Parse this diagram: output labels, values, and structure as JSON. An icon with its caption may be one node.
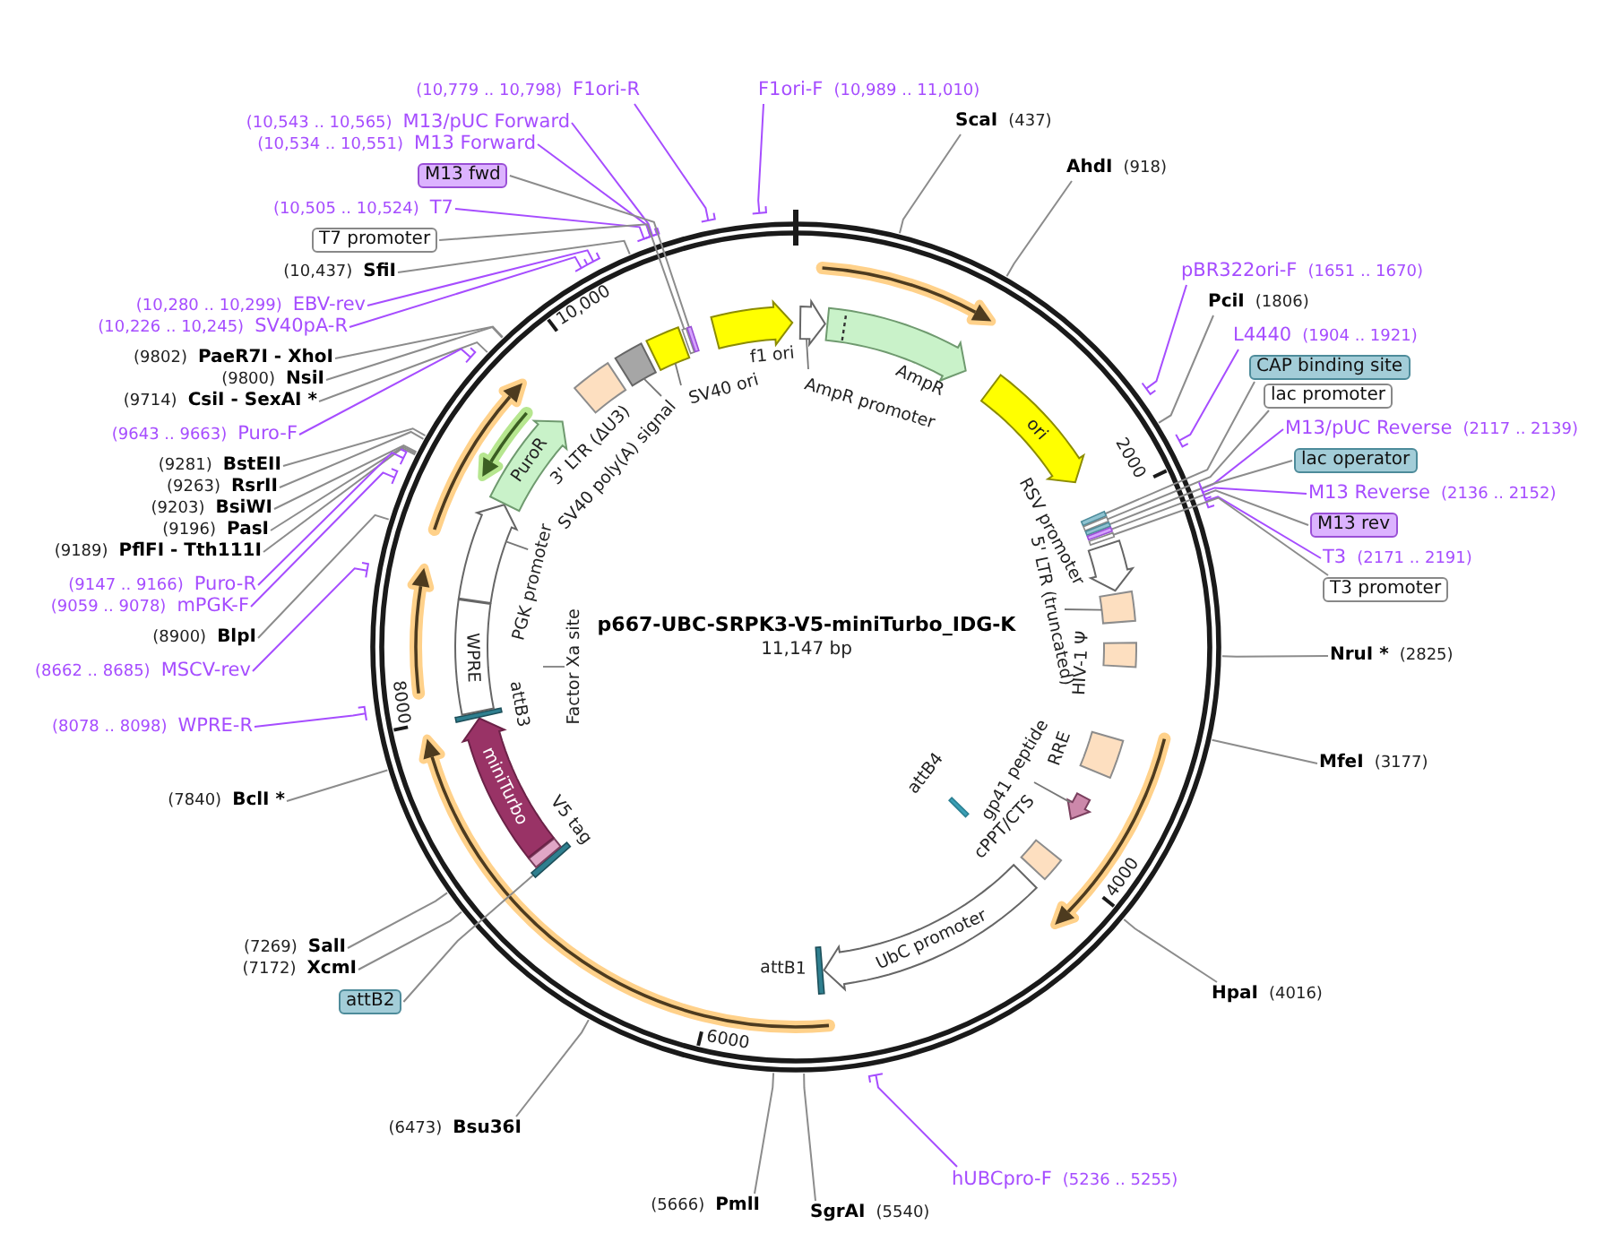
{
  "diagram": {
    "title": "p667-UBC-SRPK3-V5-miniTurbo_IDG-K",
    "nodes": [
      {
        "text": [
          "(10,779 .. 10,798)",
          "F1ori-R"
        ]
      },
      {
        "text": [
          "F1ori-F",
          "(10,989 .. 11,010)"
        ]
      },
      {
        "text": [
          "(10,543 .. 10,565)",
          "M13/pUC Forward"
        ]
      },
      {
        "text": [
          "ScaI",
          "(437)"
        ]
      },
      {
        "text": [
          "(10,534 .. 10,551)",
          "M13 Forward"
        ]
      },
      {
        "text": [
          "AhdI",
          "(918)"
        ]
      },
      {
        "text": [
          "M13 fwd"
        ]
      },
      {
        "text": [
          "(10,505 .. 10,524)",
          "T7"
        ]
      },
      {
        "text": [
          "T7 promoter"
        ]
      },
      {
        "text": [
          "pBR322ori-F",
          "(1651 .. 1670)"
        ]
      },
      {
        "text": [
          "(10,437)",
          "SfiI"
        ]
      },
      {
        "text": [
          "PciI",
          "(1806)"
        ]
      },
      {
        "text": [
          "(10,280 .. 10,299)",
          "EBV-rev"
        ]
      },
      {
        "text": [
          "(10,226 .. 10,245)",
          "SV40pA-R"
        ]
      },
      {
        "text": [
          "L4440",
          "(1904 .. 1921)"
        ]
      },
      {
        "text": [
          "(9802)",
          "PaeR7I - XhoI"
        ]
      },
      {
        "text": [
          "CAP binding site"
        ]
      },
      {
        "text": [
          "(9800)",
          "NsiI"
        ]
      },
      {
        "text": [
          "lac promoter"
        ]
      },
      {
        "text": [
          "(9714)",
          "CsiI - SexAI *"
        ]
      },
      {
        "text": [
          "M13/pUC Reverse",
          "(2117 .. 2139)"
        ]
      },
      {
        "text": [
          "(9643 .. 9663)",
          "Puro-F"
        ]
      },
      {
        "text": [
          "lac operator"
        ]
      },
      {
        "text": [
          "(9281)",
          "BstEII"
        ]
      },
      {
        "text": [
          "(9263)",
          "RsrII"
        ]
      },
      {
        "text": [
          "M13 Reverse",
          "(2136 .. 2152)"
        ]
      },
      {
        "text": [
          "(9203)",
          "BsiWI"
        ]
      },
      {
        "text": [
          "M13 rev"
        ]
      },
      {
        "text": [
          "(9196)",
          "PasI"
        ]
      },
      {
        "text": [
          "(9189)",
          "PflFI - Tth111I"
        ]
      },
      {
        "text": [
          "T3",
          "(2171 .. 2191)"
        ]
      },
      {
        "text": [
          "(9147 .. 9166)",
          "Puro-R"
        ]
      },
      {
        "text": [
          "T3 promoter"
        ]
      },
      {
        "text": [
          "(9059 .. 9078)",
          "mPGK-F"
        ]
      },
      {
        "text": [
          "(8900)",
          "BlpI"
        ]
      },
      {
        "text": [
          "NruI *",
          "(2825)"
        ]
      },
      {
        "text": [
          "(8662 .. 8685)",
          "MSCV-rev"
        ]
      },
      {
        "text": [
          "(8078 .. 8098)",
          "WPRE-R"
        ]
      },
      {
        "text": [
          "MfeI",
          "(3177)"
        ]
      },
      {
        "text": [
          "(7840)",
          "BclI *"
        ]
      },
      {
        "text": [
          "(7269)",
          "SalI"
        ]
      },
      {
        "text": [
          "(7172)",
          "XcmI"
        ]
      },
      {
        "text": [
          "HpaI",
          "(4016)"
        ]
      },
      {
        "text": [
          "attB2"
        ]
      },
      {
        "text": [
          "(6473)",
          "Bsu36I"
        ]
      },
      {
        "text": [
          "hUBCpro-F",
          "(5236 .. 5255)"
        ]
      },
      {
        "text": [
          "(5666)",
          "PmlI"
        ]
      },
      {
        "text": [
          "SgrAI",
          "(5540)"
        ]
      },
      {
        "text": [],
        "shape": "arrow",
        "beside": [
          "AmpR promoter"
        ]
      },
      {
        "text": [],
        "shape": "arrow",
        "beside": [
          "AmpR"
        ]
      },
      {
        "text": [
          "ori"
        ]
      },
      {
        "text": [],
        "shape": "bar"
      },
      {
        "text": [],
        "shape": "bar"
      },
      {
        "text": [],
        "shape": "bar"
      },
      {
        "text": [],
        "shape": "bar"
      },
      {
        "text": [],
        "shape": "bar"
      },
      {
        "text": [],
        "shape": "arrow",
        "beside": [
          "RSV promoter"
        ]
      },
      {
        "text": [],
        "shape": "box",
        "beside": [
          "5' LTR (truncated)"
        ]
      },
      {
        "text": [],
        "shape": "box",
        "beside": [
          "HIV-1 Ψ"
        ]
      },
      {
        "text": [],
        "shape": "box",
        "beside": [
          "RRE"
        ]
      },
      {
        "text": [],
        "shape": "arrow",
        "beside": [
          "gp41 peptide"
        ]
      },
      {
        "text": [],
        "shape": "box",
        "beside": [
          "cPPT/CTS"
        ]
      },
      {
        "text": [
          "UbC promoter"
        ]
      },
      {
        "text": [],
        "shape": "bar",
        "beside": [
          "attB1"
        ]
      },
      {
        "text": [],
        "shape": "bar",
        "beside": [
          "attB4"
        ]
      },
      {
        "text": [],
        "shape": "bar"
      },
      {
        "text": [],
        "shape": "box",
        "beside": [
          "V5 tag"
        ]
      },
      {
        "text": [
          "miniTurbo"
        ]
      },
      {
        "text": [],
        "shape": "bar",
        "beside": [
          "attB3"
        ]
      },
      {
        "text": [
          "WPRE"
        ]
      },
      {
        "text": [],
        "shape": "arrow",
        "beside": [
          "PGK promoter"
        ]
      },
      {
        "text": [
          "PuroR"
        ]
      },
      {
        "text": [],
        "shape": "box",
        "beside": [
          "3' LTR (ΔU3)"
        ]
      },
      {
        "text": [],
        "shape": "box",
        "beside": [
          "SV40 poly(A) signal"
        ]
      },
      {
        "text": [],
        "shape": "box",
        "beside": [
          "SV40 ori"
        ]
      },
      {
        "text": [],
        "shape": "bar"
      },
      {
        "text": [],
        "shape": "bar"
      },
      {
        "text": [],
        "shape": "arrow",
        "beside": [
          "f1 ori"
        ]
      },
      {
        "text": [
          "Factor Xa site"
        ]
      }
    ],
    "edges": [
      {
        "from": 0,
        "to": null,
        "arrow": "none",
        "color": "#a64dff"
      },
      {
        "from": 1,
        "to": null,
        "arrow": "none",
        "color": "#a64dff"
      },
      {
        "from": 2,
        "to": null,
        "arrow": "none",
        "color": "#a64dff"
      },
      {
        "from": 3,
        "to": null,
        "arrow": "none"
      },
      {
        "from": 4,
        "to": null,
        "arrow": "none",
        "color": "#a64dff"
      },
      {
        "from": 5,
        "to": null,
        "arrow": "none"
      },
      {
        "from": 6,
        "to": 76,
        "arrow": "none"
      },
      {
        "from": 7,
        "to": null,
        "arrow": "none",
        "color": "#a64dff"
      },
      {
        "from": 8,
        "to": 75,
        "arrow": "none"
      },
      {
        "from": 9,
        "to": null,
        "arrow": "none",
        "color": "#a64dff"
      },
      {
        "from": 10,
        "to": null,
        "arrow": "none"
      },
      {
        "from": 11,
        "to": null,
        "arrow": "none"
      },
      {
        "from": 12,
        "to": null,
        "arrow": "none",
        "color": "#a64dff"
      },
      {
        "from": 13,
        "to": null,
        "arrow": "none",
        "color": "#a64dff"
      },
      {
        "from": 14,
        "to": null,
        "arrow": "none",
        "color": "#a64dff"
      },
      {
        "from": 15,
        "to": null,
        "arrow": "none"
      },
      {
        "from": 16,
        "to": 51,
        "arrow": "none"
      },
      {
        "from": 17,
        "to": null,
        "arrow": "none"
      },
      {
        "from": 18,
        "to": 52,
        "arrow": "none"
      },
      {
        "from": 19,
        "to": null,
        "arrow": "none"
      },
      {
        "from": 20,
        "to": null,
        "arrow": "none",
        "color": "#a64dff"
      },
      {
        "from": 21,
        "to": null,
        "arrow": "none",
        "color": "#a64dff"
      },
      {
        "from": 22,
        "to": 53,
        "arrow": "none"
      },
      {
        "from": 23,
        "to": null,
        "arrow": "none"
      },
      {
        "from": 24,
        "to": null,
        "arrow": "none"
      },
      {
        "from": 25,
        "to": null,
        "arrow": "none",
        "color": "#a64dff"
      },
      {
        "from": 26,
        "to": null,
        "arrow": "none"
      },
      {
        "from": 27,
        "to": 54,
        "arrow": "none"
      },
      {
        "from": 28,
        "to": null,
        "arrow": "none"
      },
      {
        "from": 29,
        "to": null,
        "arrow": "none"
      },
      {
        "from": 30,
        "to": null,
        "arrow": "none",
        "color": "#a64dff"
      },
      {
        "from": 31,
        "to": null,
        "arrow": "none",
        "color": "#a64dff"
      },
      {
        "from": 32,
        "to": 55,
        "arrow": "none"
      },
      {
        "from": 33,
        "to": null,
        "arrow": "none",
        "color": "#a64dff"
      },
      {
        "from": 34,
        "to": null,
        "arrow": "none"
      },
      {
        "from": 35,
        "to": null,
        "arrow": "none"
      },
      {
        "from": 36,
        "to": null,
        "arrow": "none",
        "color": "#a64dff"
      },
      {
        "from": 37,
        "to": null,
        "arrow": "none",
        "color": "#a64dff"
      },
      {
        "from": 38,
        "to": null,
        "arrow": "none"
      },
      {
        "from": 39,
        "to": null,
        "arrow": "none"
      },
      {
        "from": 40,
        "to": null,
        "arrow": "none"
      },
      {
        "from": 41,
        "to": null,
        "arrow": "none"
      },
      {
        "from": 42,
        "to": null,
        "arrow": "none"
      },
      {
        "from": 43,
        "to": 65,
        "arrow": "none"
      },
      {
        "from": 44,
        "to": null,
        "arrow": "none"
      },
      {
        "from": 45,
        "to": null,
        "arrow": "none",
        "color": "#a64dff"
      },
      {
        "from": 46,
        "to": null,
        "arrow": "none"
      },
      {
        "from": 47,
        "to": null,
        "arrow": "none"
      },
      {
        "from": 78,
        "to": null,
        "arrow": "none"
      }
    ],
    "labels": [
      "10,000",
      "2000",
      "11,147 bp",
      "8000",
      "4000",
      "6000"
    ]
  }
}
